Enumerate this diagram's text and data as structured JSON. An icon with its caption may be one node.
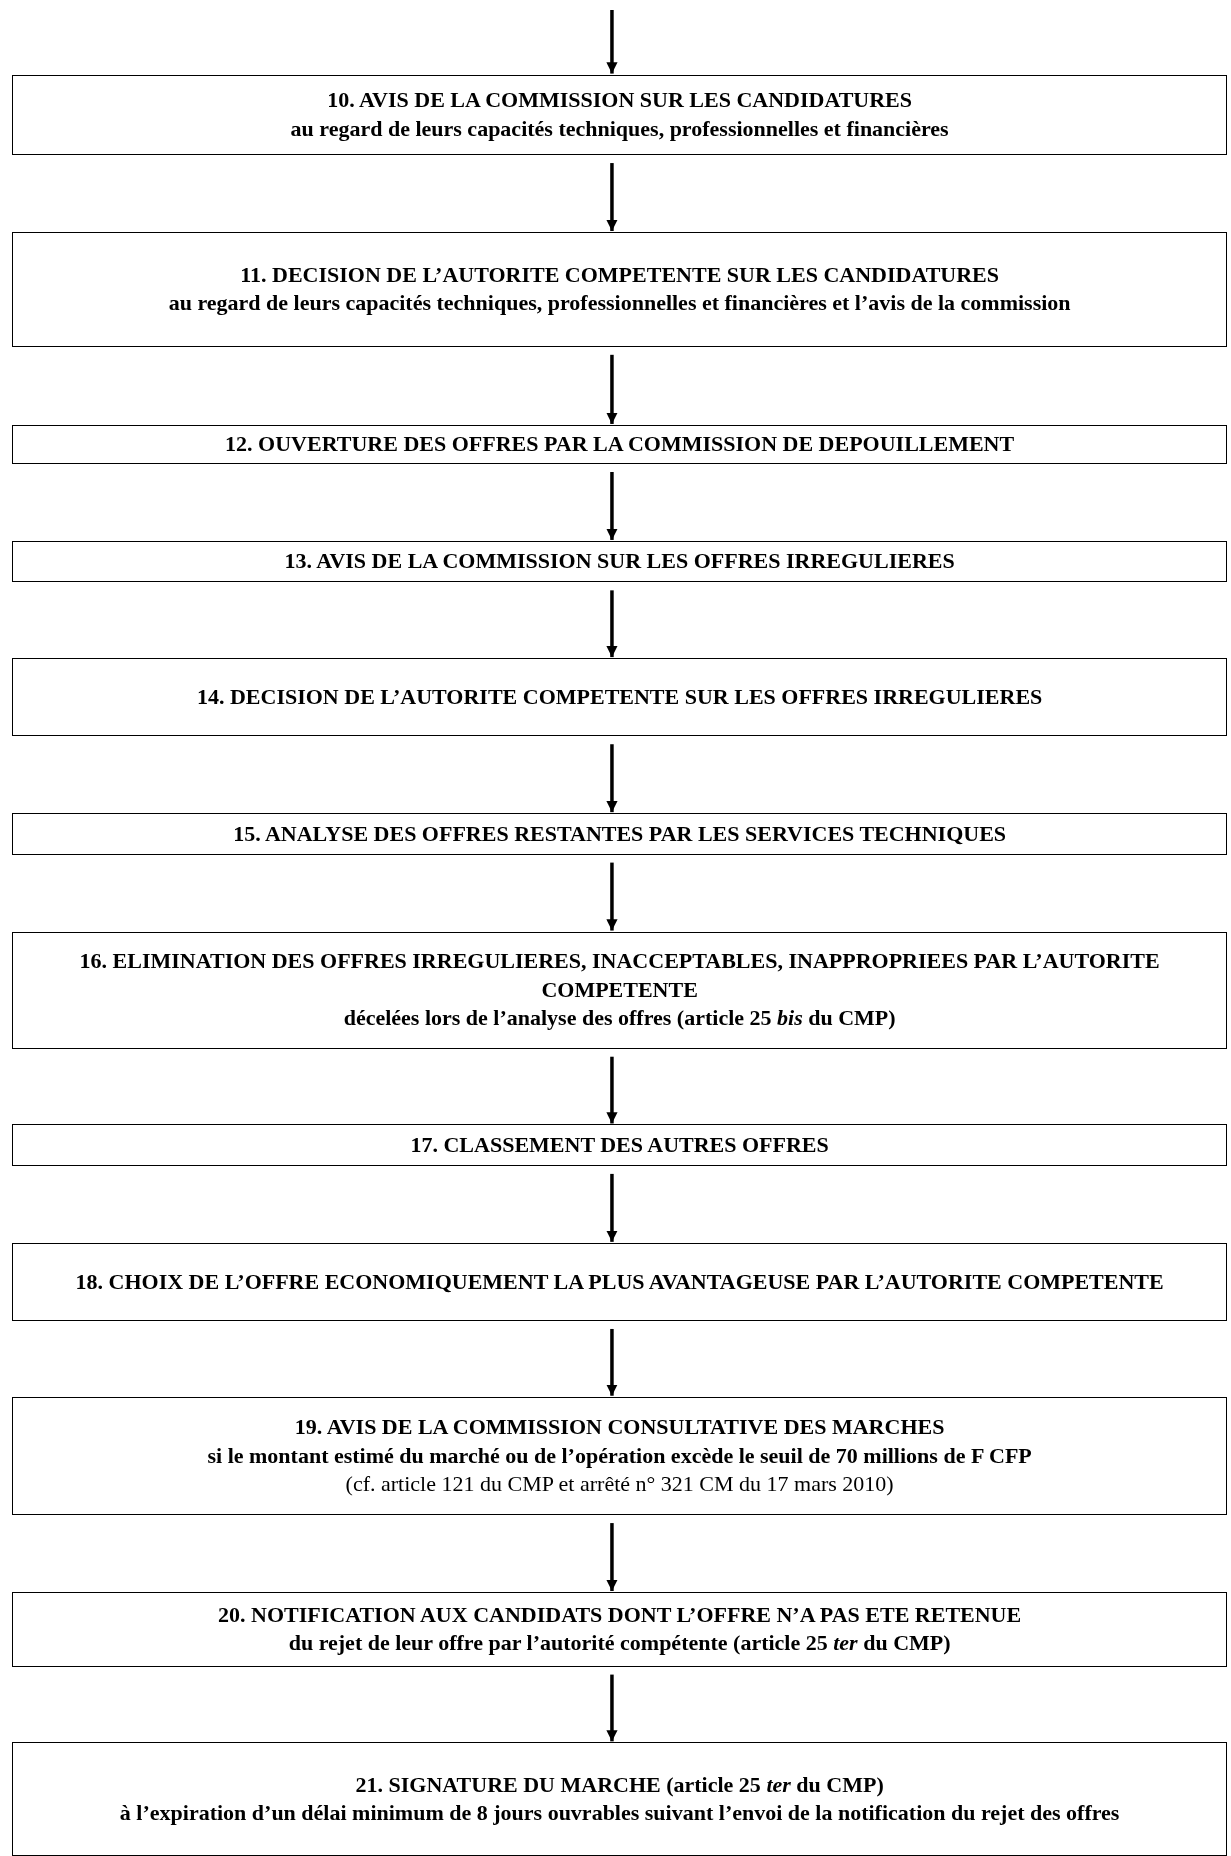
{
  "diagram": {
    "nodes": [
      {
        "text": [
          "10. AVIS DE LA COMMISSION SUR LES CANDIDATURES",
          "au regard de leurs capacités techniques, professionnelles et financières"
        ]
      },
      {
        "text": [
          "11. DECISION DE L’AUTORITE COMPETENTE SUR LES CANDIDATURES",
          "au regard de leurs capacités techniques, professionnelles et financières et l’avis de la commission"
        ]
      },
      {
        "text": [
          "12. OUVERTURE DES OFFRES PAR LA COMMISSION DE DEPOUILLEMENT"
        ]
      },
      {
        "text": [
          "13. AVIS DE LA COMMISSION SUR LES OFFRES IRREGULIERES"
        ]
      },
      {
        "text": [
          "14. DECISION DE L’AUTORITE COMPETENTE SUR LES OFFRES IRREGULIERES"
        ]
      },
      {
        "text": [
          "15. ANALYSE DES OFFRES RESTANTES PAR LES SERVICES TECHNIQUES"
        ]
      },
      {
        "text": [
          "16. ELIMINATION DES OFFRES IRREGULIERES, INACCEPTABLES, INAPPROPRIEES PAR L’AUTORITE COMPETENTE",
          "décelées lors de l’analyse des offres (article 25 *bis* du CMP)"
        ]
      },
      {
        "text": [
          "17. CLASSEMENT DES AUTRES OFFRES"
        ]
      },
      {
        "text": [
          "18. CHOIX DE L’OFFRE ECONOMIQUEMENT LA PLUS AVANTAGEUSE PAR L’AUTORITE COMPETENTE"
        ]
      },
      {
        "text": [
          "19. AVIS DE LA COMMISSION CONSULTATIVE DES MARCHES",
          "si le montant estimé du marché ou de l’opération excède le seuil de 70 millions de F CFP",
          "(cf. article 121 du CMP et arrêté n° 321 CM du 17 mars 2010)"
        ]
      },
      {
        "text": [
          "20. NOTIFICATION AUX CANDIDATS DONT L’OFFRE N’A PAS ETE RETENUE",
          "du rejet de leur offre par l’autorité compétente (article 25 *ter* du CMP)"
        ]
      },
      {
        "text": [
          "21. SIGNATURE DU MARCHE (article 25 *ter* du CMP)",
          "à l’expiration d’un délai minimum de 8 jours ouvrables suivant l’envoi de la notification du rejet des offres"
        ]
      }
    ],
    "edges": [
      {
        "from": null,
        "to": 0,
        "arrow": "to"
      },
      {
        "from": 0,
        "to": 1,
        "arrow": "to"
      },
      {
        "from": 1,
        "to": 2,
        "arrow": "to"
      },
      {
        "from": 2,
        "to": 3,
        "arrow": "to"
      },
      {
        "from": 3,
        "to": 4,
        "arrow": "to"
      },
      {
        "from": 4,
        "to": 5,
        "arrow": "to"
      },
      {
        "from": 5,
        "to": 6,
        "arrow": "to"
      },
      {
        "from": 6,
        "to": 7,
        "arrow": "to"
      },
      {
        "from": 7,
        "to": 8,
        "arrow": "to"
      },
      {
        "from": 8,
        "to": 9,
        "arrow": "to"
      },
      {
        "from": 9,
        "to": 10,
        "arrow": "to"
      },
      {
        "from": 10,
        "to": 11,
        "arrow": "to"
      }
    ]
  }
}
